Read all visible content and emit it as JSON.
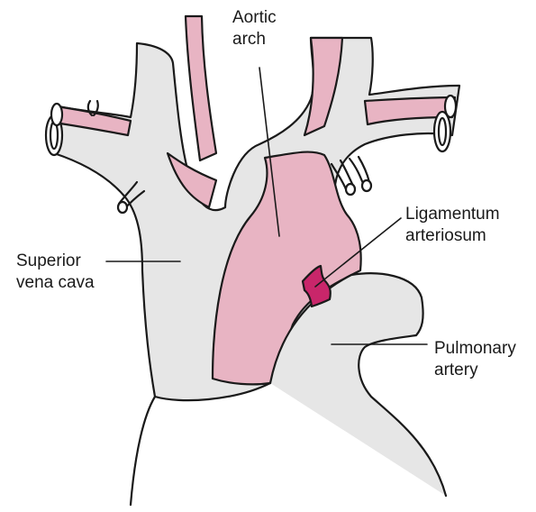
{
  "labels": {
    "aortic_arch": [
      "Aortic",
      "arch"
    ],
    "ligamentum_arteriosum": [
      "Ligamentum",
      "arteriosum"
    ],
    "superior_vena_cava": [
      "Superior",
      "vena cava"
    ],
    "pulmonary_artery": [
      "Pulmonary",
      "artery"
    ]
  },
  "colors": {
    "vessel_gray": "#e6e6e6",
    "aorta_pink": "#e8b4c3",
    "ligament_magenta": "#c9266a",
    "outline": "#1a1a1a"
  }
}
